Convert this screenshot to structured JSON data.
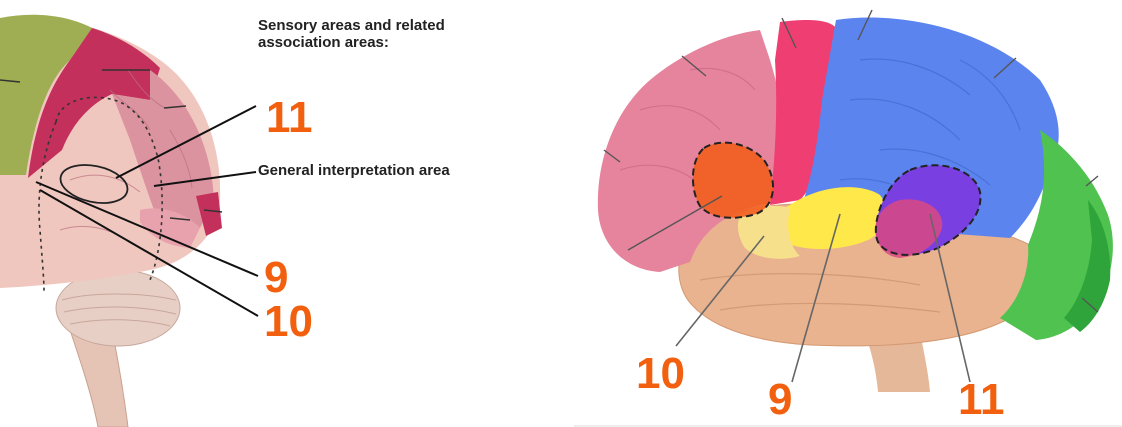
{
  "left_panel": {
    "title_line1": "Sensory areas and related",
    "title_line2": "association areas:",
    "interpretation_label": "General interpretation area",
    "markers": [
      "11",
      "9",
      "10"
    ]
  },
  "right_panel": {
    "markers": [
      "10",
      "9",
      "11"
    ]
  },
  "colors": {
    "marker": "#f2600f",
    "olive": "#9fae52",
    "magenta_lobe": "#c4305c",
    "pink_lobe": "#de9aa5",
    "frontal_pink": "#e6849d",
    "hot_pink": "#ef3f72",
    "blue_lobe": "#5b84ef",
    "green_lobe": "#4fc24f",
    "temporal_tan": "#e8b38e",
    "yellow": "#ffe84a",
    "orange_region": "#f26022",
    "purple_region": "#7a3fe0"
  }
}
